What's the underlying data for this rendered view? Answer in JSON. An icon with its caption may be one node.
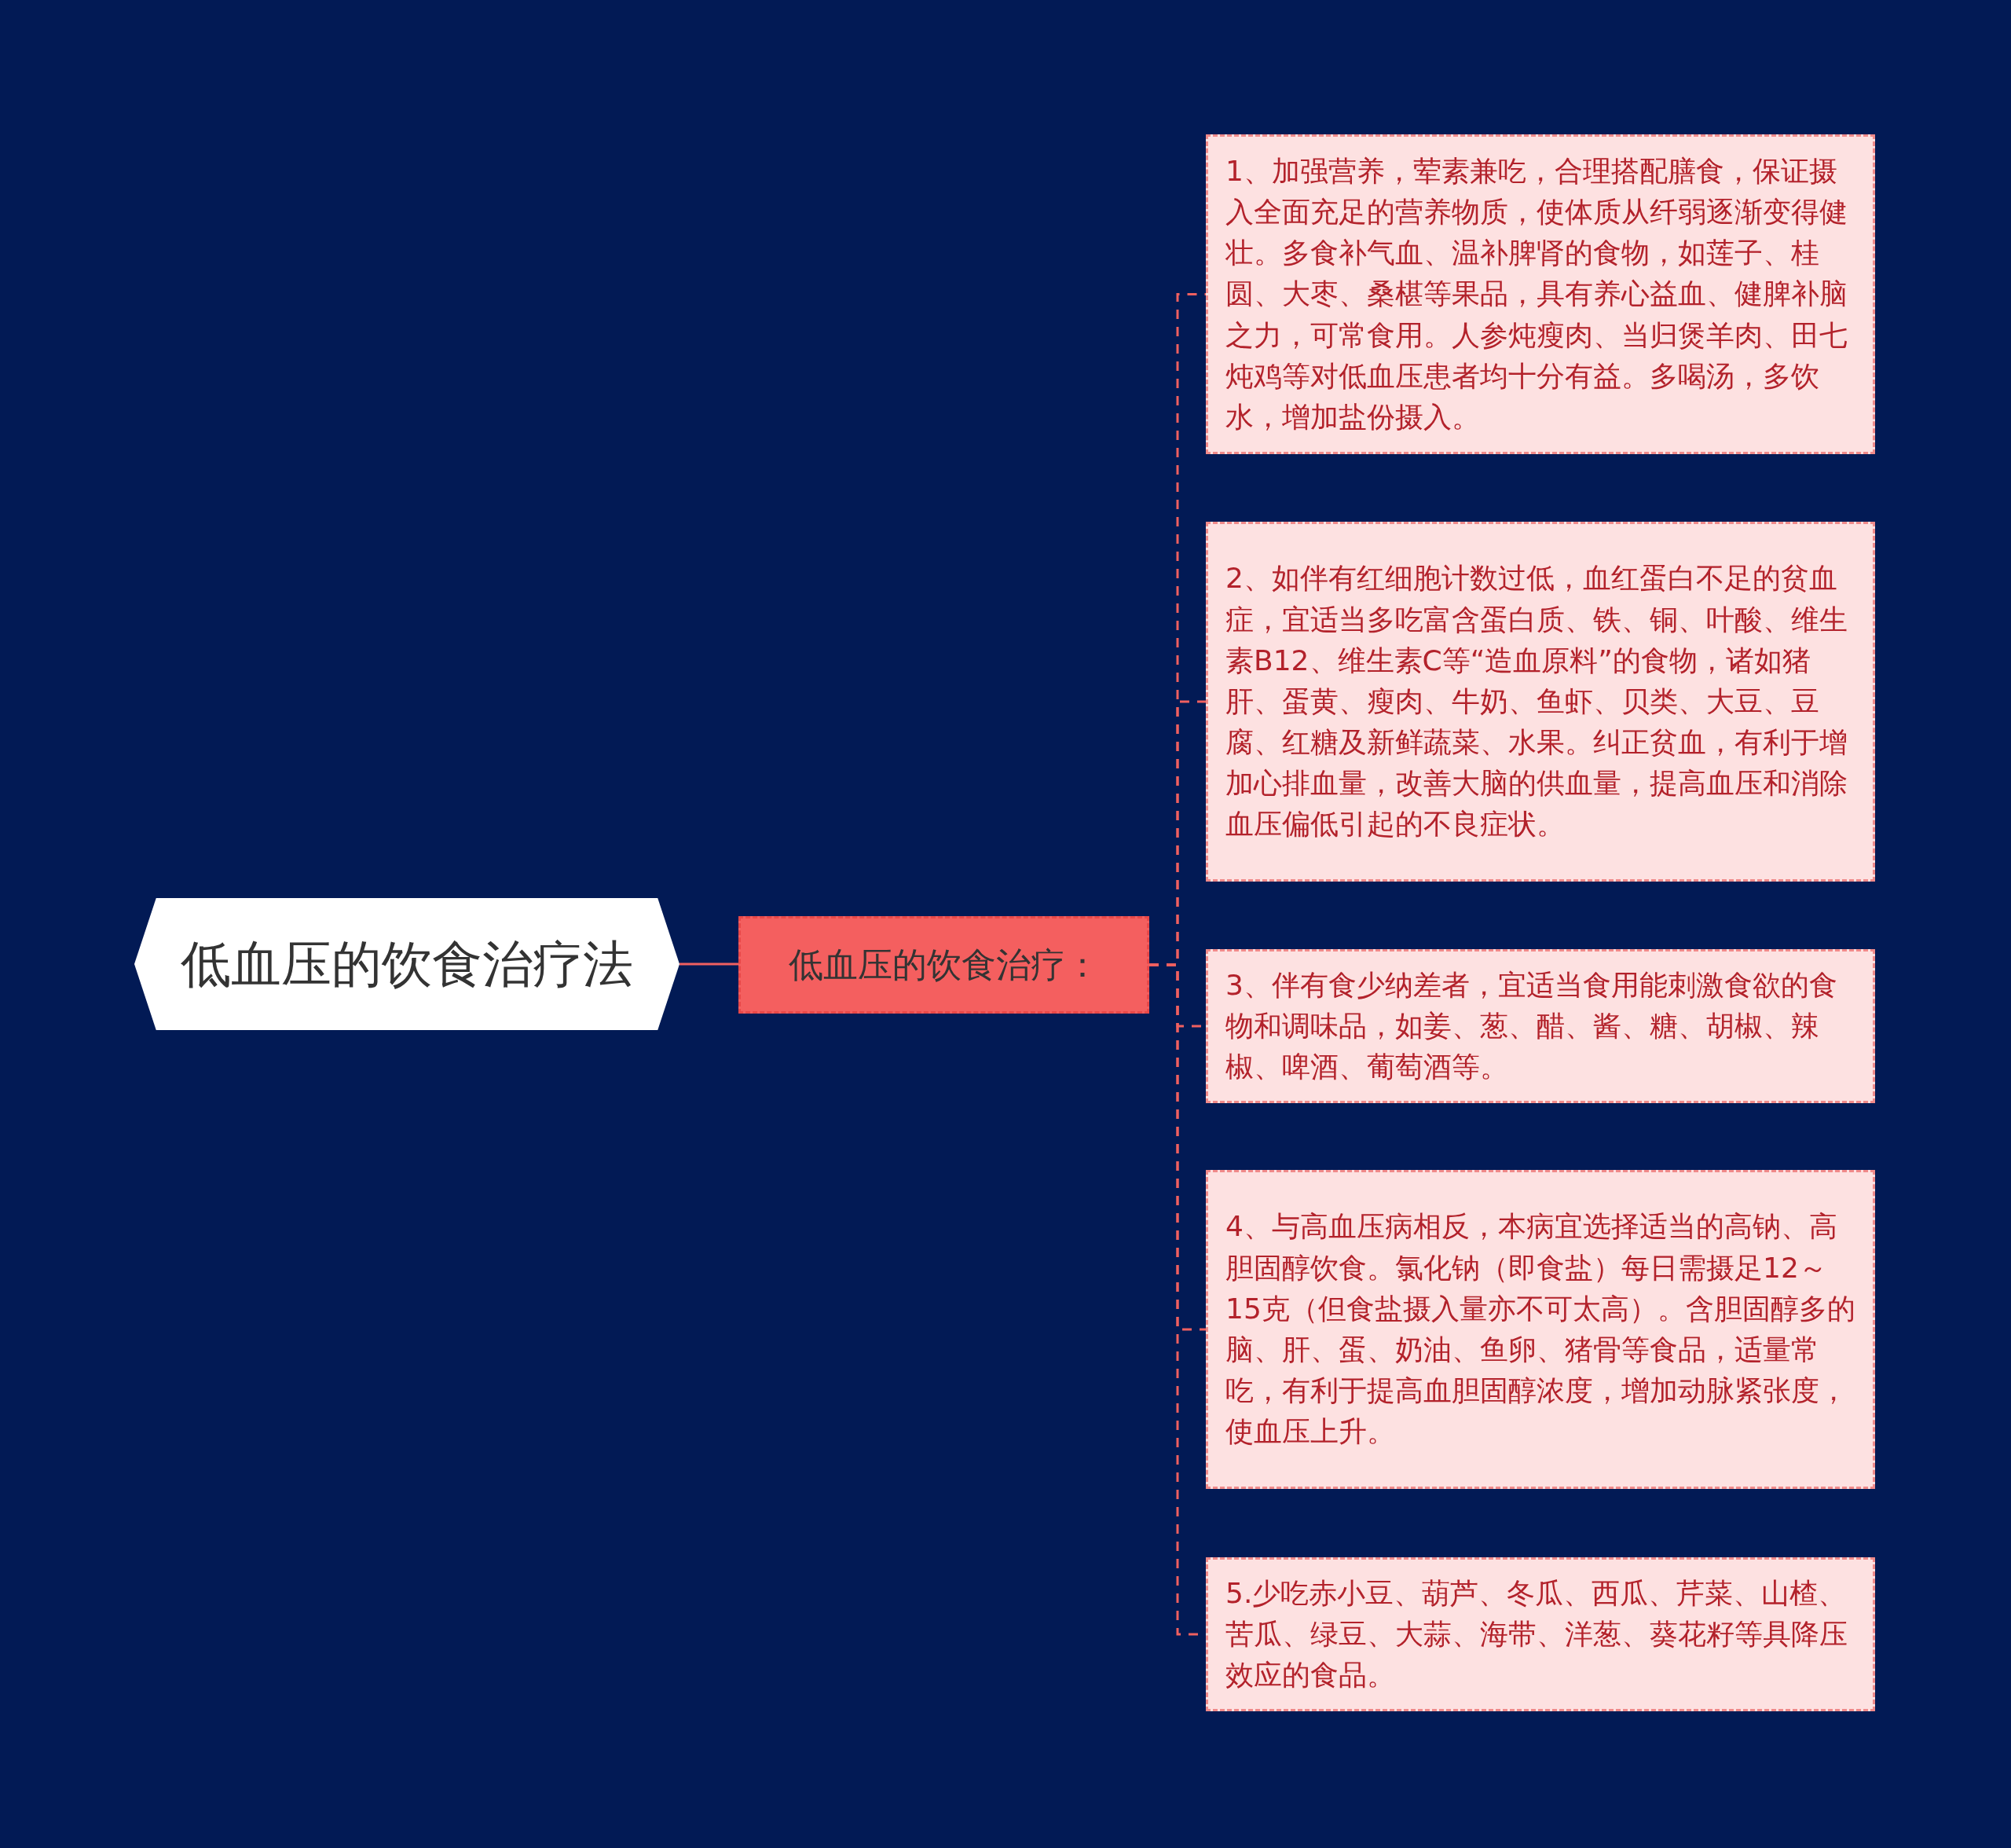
{
  "diagram": {
    "nodes": [
      {
        "text": [
          "低血压的饮食治疗法"
        ]
      },
      {
        "text": [
          "低血压的饮食治疗："
        ]
      },
      {
        "text": [
          "1、加强营养，荤素兼吃，合理搭配膳食，保证摄入全面充足的营养物质，使体质从纤弱逐渐变得健壮。多食补气血、温补脾肾的食物，如莲子、桂圆、大枣、桑椹等果品，具有养心益血、健脾补脑之力，可常食用。人参炖瘦肉、当归煲羊肉、田七炖鸡等对低血压患者均十分有益。多喝汤，多饮水，增加盐份摄入。"
        ]
      },
      {
        "text": [
          "2、如伴有红细胞计数过低，血红蛋白不足的贫血症，宜适当多吃富含蛋白质、铁、铜、叶酸、维生素B12、维生素C等“造血原料”的食物，诸如猪肝、蛋黄、瘦肉、牛奶、鱼虾、贝类、大豆、豆腐、红糖及新鲜蔬菜、水果。纠正贫血，有利于增加心排血量，改善大脑的供血量，提高血压和消除血压偏低引起的不良症状。"
        ]
      },
      {
        "text": [
          "3、伴有食少纳差者，宜适当食用能刺激食欲的食物和调味品，如姜、葱、醋、酱、糖、胡椒、辣椒、啤酒、葡萄酒等。"
        ]
      },
      {
        "text": [
          "4、与高血压病相反，本病宜选择适当的高钠、高胆固醇饮食。氯化钠（即食盐）每日需摄足12～15克（但食盐摄入量亦不可太高）。含胆固醇多的脑、肝、蛋、奶油、鱼卵、猪骨等食品，适量常吃，有利于提高血胆固醇浓度，增加动脉紧张度，使血压上升。"
        ]
      },
      {
        "text": [
          "5.少吃赤小豆、葫芦、冬瓜、西瓜、芹菜、山楂、苦瓜、绿豆、大蒜、海带、洋葱、葵花籽等具降压效应的食品。"
        ]
      }
    ],
    "edges": [
      {
        "from": 0,
        "to": 1,
        "arrow": "none"
      },
      {
        "from": 1,
        "to": 2,
        "arrow": "none",
        "style": "dashed"
      },
      {
        "from": 1,
        "to": 3,
        "arrow": "none",
        "style": "dashed"
      },
      {
        "from": 1,
        "to": 4,
        "arrow": "none",
        "style": "dashed"
      },
      {
        "from": 1,
        "to": 5,
        "arrow": "none",
        "style": "dashed"
      },
      {
        "from": 1,
        "to": 6,
        "arrow": "none",
        "style": "dashed"
      }
    ]
  }
}
